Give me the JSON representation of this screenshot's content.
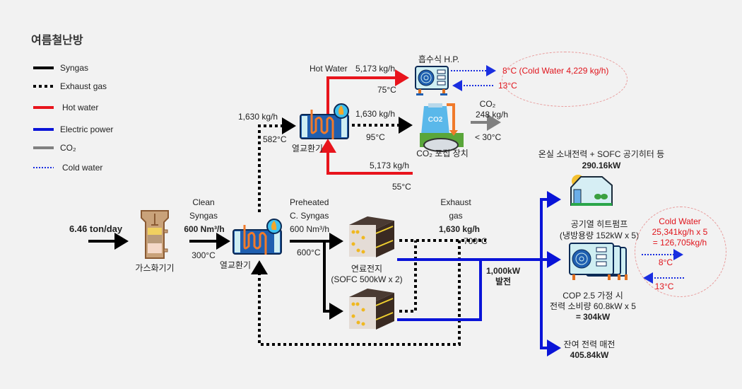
{
  "title": "여름철난방",
  "legend": [
    {
      "label": "Syngas",
      "style": "solid",
      "color": "#000000"
    },
    {
      "label": "Exhaust gas",
      "style": "dotted-thick",
      "color": "#000000"
    },
    {
      "label": "Hot water",
      "style": "solid",
      "color": "#e8141c"
    },
    {
      "label": "Electric power",
      "style": "solid",
      "color": "#0a14d8"
    },
    {
      "label": "CO₂",
      "style": "solid",
      "color": "#808080"
    },
    {
      "label": "Cold water",
      "style": "dotted-thin",
      "color": "#0a14d8"
    }
  ],
  "colors": {
    "syngas": "#000000",
    "exhaust": "#000000",
    "hot_water": "#e8141c",
    "electric": "#0a14d8",
    "co2": "#808080",
    "cold_water": "#1a2ee0",
    "annotation": "#e0141c"
  },
  "input": {
    "feed": "6.46 ton/day"
  },
  "gasifier": {
    "label": "가스화기기",
    "icon": "gasifier-icon"
  },
  "clean_syngas": {
    "line1": "Clean",
    "line2": "Syngas",
    "flow": "600 Nm³/h",
    "temp": "300°C"
  },
  "hx_lower": {
    "label": "열교환기",
    "icon": "heat-exchanger-icon"
  },
  "preheated": {
    "line1": "Preheated",
    "line2": "C. Syngas",
    "flow": "600 Nm³/h",
    "temp": "600°C"
  },
  "fuel_cell": {
    "label1": "연료전지",
    "label2": "(SOFC 500kW x 2)",
    "icon": "fuel-cell-stack-icon"
  },
  "exhaust_gas": {
    "line1": "Exhaust",
    "line2": "gas",
    "flow": "1,630 kg/h",
    "temp": "700°C"
  },
  "exhaust_to_upper": {
    "flow": "1,630 kg/h",
    "temp": "582°C"
  },
  "hx_upper": {
    "label": "열교환기",
    "icon": "heat-exchanger-icon"
  },
  "hot_water": {
    "label": "Hot Water",
    "flow_out": "5,173 kg/h",
    "temp_out": "75°C",
    "flow_return": "5,173 kg/h",
    "temp_return": "55°C"
  },
  "exhaust_to_capture": {
    "flow": "1,630 kg/h",
    "temp": "95°C"
  },
  "absorption_hp": {
    "label": "흡수식 H.P.",
    "icon": "heat-pump-icon"
  },
  "hp_cold_water": {
    "supply": "8°C (Cold Water 4,229 kg/h)",
    "return": "13°C"
  },
  "co2_capture": {
    "label": "CO₂ 포집 장치",
    "icon": "co2-capture-icon"
  },
  "co2_out": {
    "name": "CO₂",
    "flow": "248 kg/h",
    "temp": "< 30°C"
  },
  "power": {
    "value": "1,000kW",
    "label": "발전"
  },
  "greenhouse": {
    "label": "온실 소내전력 + SOFC 공기히터 등",
    "value": "290.16kW",
    "icon": "greenhouse-icon"
  },
  "air_hp": {
    "label1": "공기열 히트펌프",
    "label2": "(냉방용량 152kW x 5)",
    "icon": "air-heat-pump-icon",
    "cop1": "COP 2.5 가정 시",
    "cop2": "전력 소비량 60.8kW x 5",
    "cop3": "= 304kW"
  },
  "air_hp_cold_water": {
    "title": "Cold Water",
    "line2": "25,341kg/h x 5",
    "line3": "= 126,705kg/h",
    "supply": "8°C",
    "return": "13°C"
  },
  "surplus": {
    "label": "잔여 전력 매전",
    "value": "405.84kW"
  }
}
